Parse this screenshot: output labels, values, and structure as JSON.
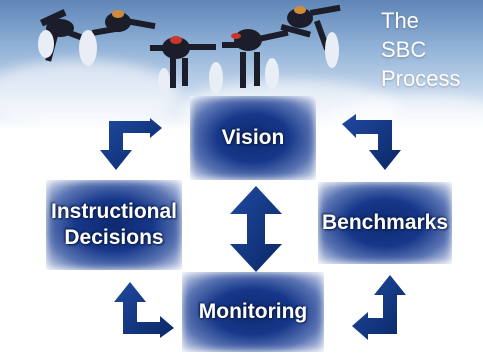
{
  "title_lines": [
    "The",
    "SBC",
    "Process"
  ],
  "boxes": {
    "vision": "Vision",
    "benchmarks": "Benchmarks",
    "monitoring": "Monitoring",
    "instructional": [
      "Instructional",
      "Decisions"
    ]
  },
  "colors": {
    "arrow": "#0d2f78",
    "box_core": "#16378a",
    "sky": "#8fb0d6"
  },
  "icons": [
    "skydivers-photo",
    "bent-arrow",
    "double-headed-arrow"
  ]
}
